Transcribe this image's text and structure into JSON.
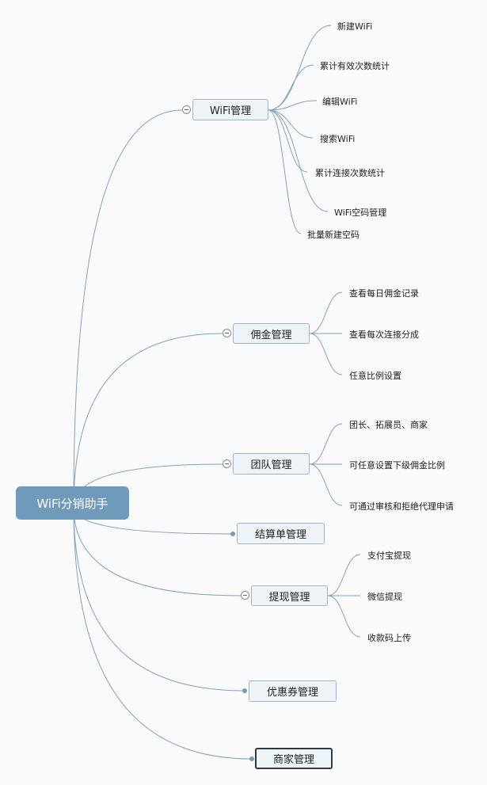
{
  "colors": {
    "link": "#7ea3bf",
    "root_fill": "#6f9ab9",
    "topic_fill": "#eef3f7",
    "topic_border": "#9db4c8",
    "selected_border": "#2e3b46"
  },
  "root": {
    "label": "WiFi分销助手"
  },
  "topics": [
    {
      "label": "WiFi管理",
      "collapsed_state": "expanded",
      "children": [
        "新建WiFi",
        "累计有效次数统计",
        "编辑WiFi",
        "搜索WiFi",
        "累计连接次数统计",
        "WiFi空码管理",
        "批量新建空码"
      ]
    },
    {
      "label": "佣金管理",
      "collapsed_state": "expanded",
      "children": [
        "查看每日佣金记录",
        "查看每次连接分成",
        "任意比例设置"
      ]
    },
    {
      "label": "团队管理",
      "collapsed_state": "expanded",
      "children": [
        "团长、拓展员、商家",
        "可任意设置下级佣金比例",
        "可通过审核和拒绝代理申请"
      ]
    },
    {
      "label": "结算单管理",
      "collapsed_state": "leaf",
      "children": []
    },
    {
      "label": "提现管理",
      "collapsed_state": "expanded",
      "children": [
        "支付宝提现",
        "微信提现",
        "收款码上传"
      ]
    },
    {
      "label": "优惠券管理",
      "collapsed_state": "leaf",
      "children": []
    },
    {
      "label": "商家管理",
      "collapsed_state": "leaf",
      "selected": true,
      "children": []
    }
  ]
}
